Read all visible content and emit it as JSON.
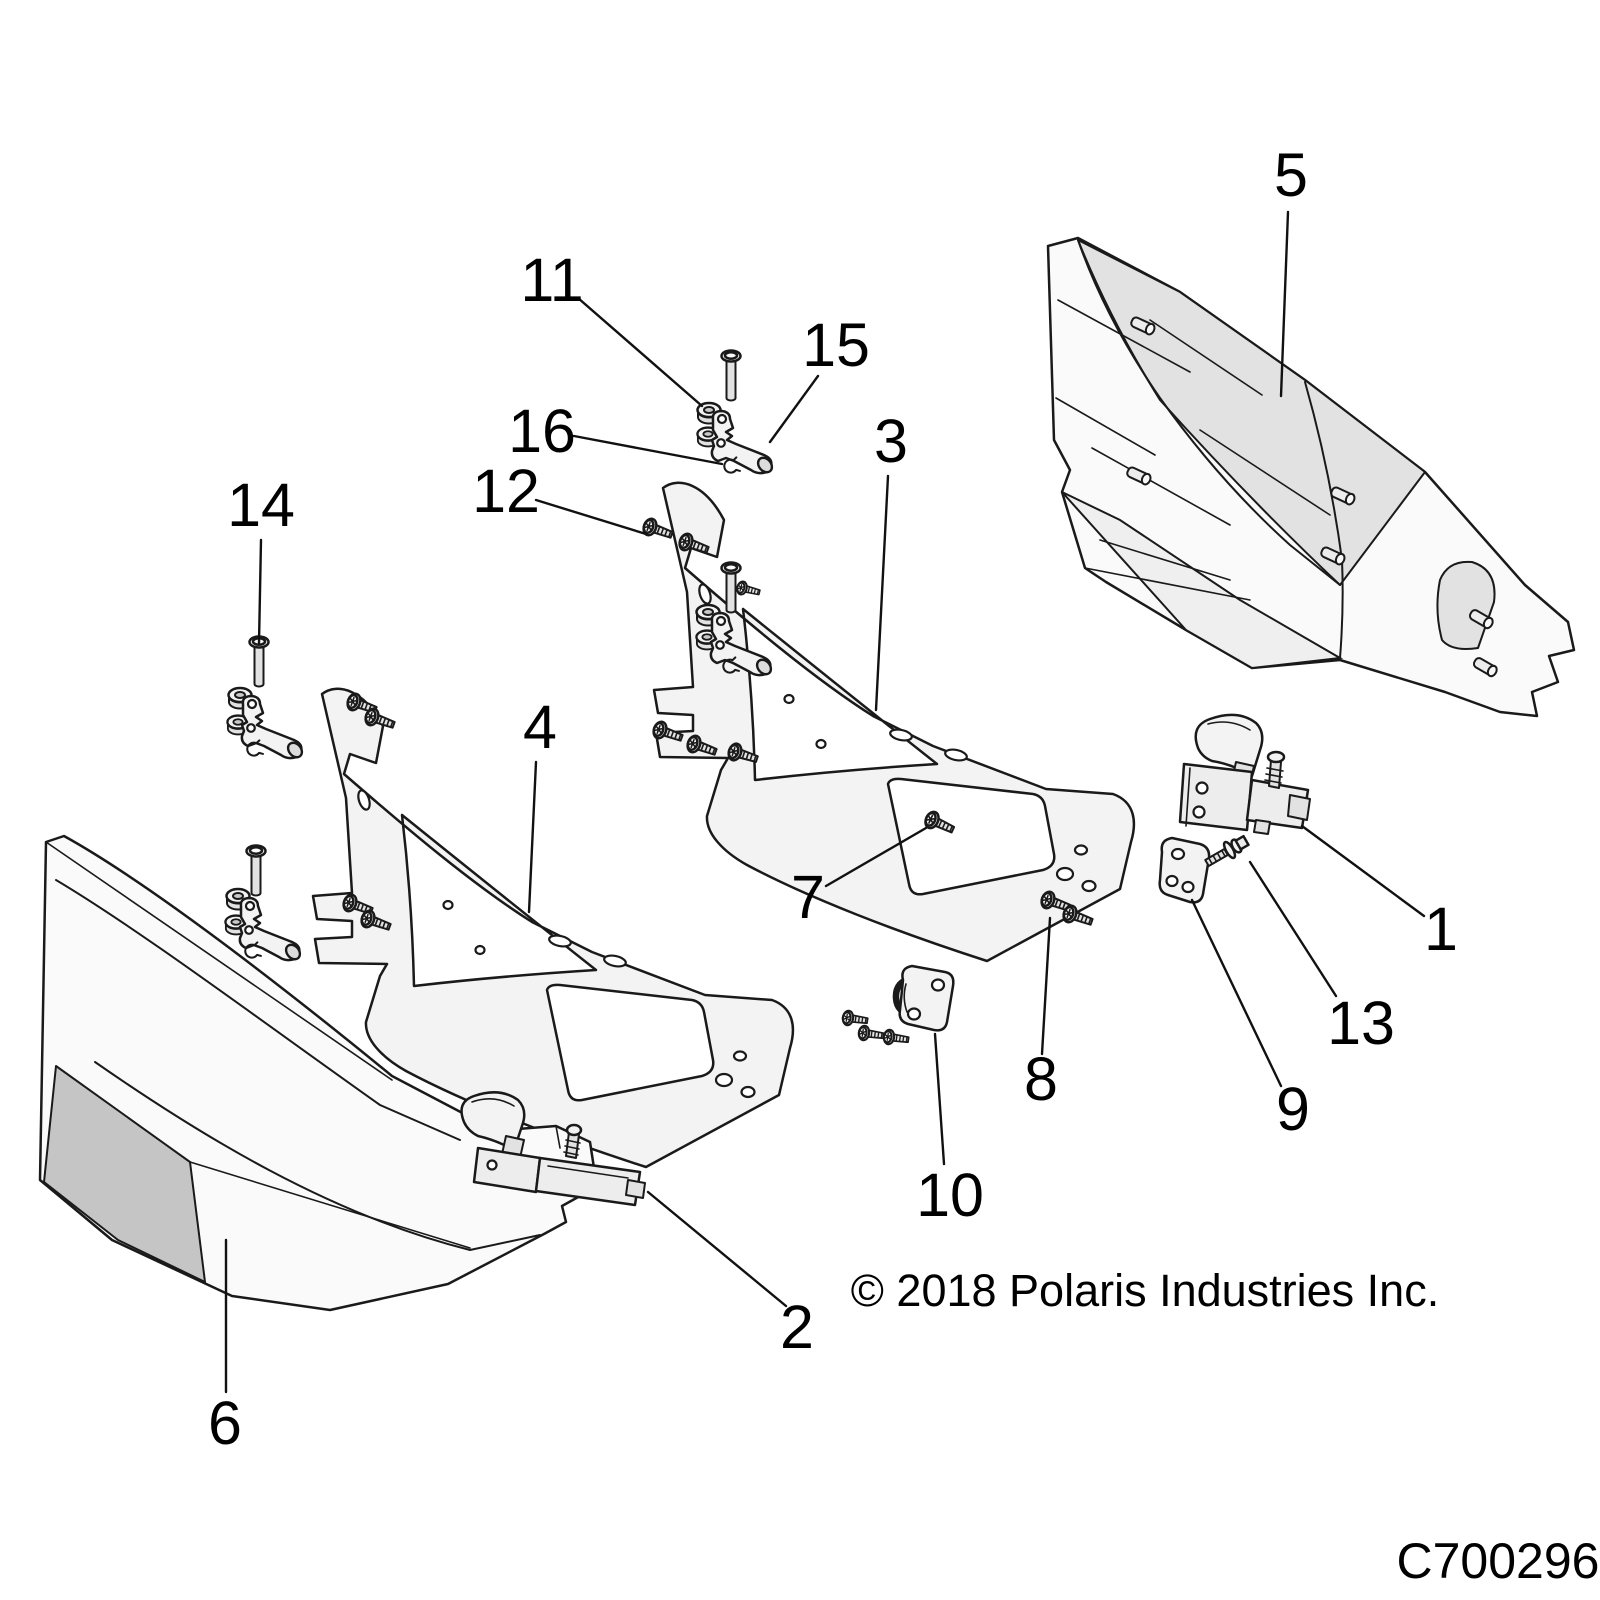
{
  "diagram": {
    "copyright": "© 2018 Polaris Industries Inc.",
    "code": "C700296",
    "callouts": [
      {
        "label": "1"
      },
      {
        "label": "2"
      },
      {
        "label": "3"
      },
      {
        "label": "4"
      },
      {
        "label": "5"
      },
      {
        "label": "6"
      },
      {
        "label": "7"
      },
      {
        "label": "8"
      },
      {
        "label": "9"
      },
      {
        "label": "10"
      },
      {
        "label": "11"
      },
      {
        "label": "12"
      },
      {
        "label": "13"
      },
      {
        "label": "14"
      },
      {
        "label": "15"
      },
      {
        "label": "16"
      }
    ]
  }
}
